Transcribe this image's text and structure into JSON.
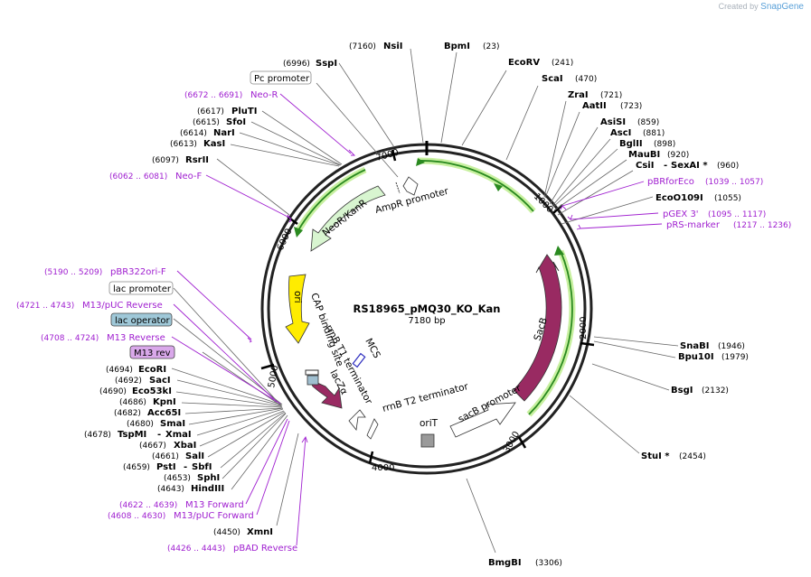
{
  "credit": {
    "prefix": "Created by",
    "brand": "SnapGene"
  },
  "map": {
    "title": "RS18965_pMQ30_KO_Kan",
    "length_label": "7180 bp",
    "total_bp": 7180
  },
  "tick_labels": [
    "1000",
    "2000",
    "3000",
    "4000",
    "5000",
    "6000",
    "7000"
  ],
  "enzymes_right": [
    {
      "name": "BpmI",
      "pos": "(23)"
    },
    {
      "name": "EcoRV",
      "pos": "(241)"
    },
    {
      "name": "ScaI",
      "pos": "(470)"
    },
    {
      "name": "ZraI",
      "pos": "(721)"
    },
    {
      "name": "AatII",
      "pos": "(723)"
    },
    {
      "name": "AsiSI",
      "pos": "(859)"
    },
    {
      "name": "AscI",
      "pos": "(881)"
    },
    {
      "name": "BglII",
      "pos": "(898)"
    },
    {
      "name": "MauBI",
      "pos": "(920)"
    },
    {
      "name": "CsiI",
      "sep": "- ",
      "name2": "SexAI *",
      "pos": "(960)"
    },
    {
      "name": "EcoO109I",
      "pos": "(1055)"
    },
    {
      "name": "SnaBI",
      "pos": "(1946)"
    },
    {
      "name": "Bpu10I",
      "pos": "(1979)"
    },
    {
      "name": "BsgI",
      "pos": "(2132)"
    },
    {
      "name": "StuI *",
      "pos": "(2454)"
    },
    {
      "name": "BmgBI",
      "pos": "(3306)"
    }
  ],
  "enzymes_left": [
    {
      "name": "NsiI",
      "pos": "(7160)"
    },
    {
      "name": "SspI",
      "pos": "(6996)"
    },
    {
      "name": "PluTI",
      "pos": "(6617)"
    },
    {
      "name": "SfoI",
      "pos": "(6615)"
    },
    {
      "name": "NarI",
      "pos": "(6614)"
    },
    {
      "name": "KasI",
      "pos": "(6613)"
    },
    {
      "name": "RsrII",
      "pos": "(6097)"
    },
    {
      "name": "EcoRI",
      "pos": "(4694)"
    },
    {
      "name": "SacI",
      "pos": "(4692)"
    },
    {
      "name": "Eco53kI",
      "pos": "(4690)"
    },
    {
      "name": "KpnI",
      "pos": "(4686)"
    },
    {
      "name": "Acc65I",
      "pos": "(4682)"
    },
    {
      "name": "SmaI",
      "pos": "(4680)"
    },
    {
      "name": "TspMI",
      "sep": "- ",
      "name2": "XmaI",
      "pos": "(4678)"
    },
    {
      "name": "XbaI",
      "pos": "(4667)"
    },
    {
      "name": "SalI",
      "pos": "(4661)"
    },
    {
      "name": "PstI",
      "sep": "- ",
      "name2": "SbfI",
      "pos": "(4659)"
    },
    {
      "name": "SphI",
      "pos": "(4653)"
    },
    {
      "name": "HindIII",
      "pos": "(4643)"
    },
    {
      "name": "XmnI",
      "pos": "(4450)"
    }
  ],
  "primers_right": [
    {
      "name": "pBRforEco",
      "pos": "(1039 .. 1057)"
    },
    {
      "name": "pGEX 3'",
      "pos": "(1095 .. 1117)"
    },
    {
      "name": "pRS-marker",
      "pos": "(1217 .. 1236)"
    }
  ],
  "primers_left": [
    {
      "name": "Neo-R",
      "pos": "(6672 .. 6691)"
    },
    {
      "name": "Neo-F",
      "pos": "(6062 .. 6081)"
    },
    {
      "name": "pBR322ori-F",
      "pos": "(5190 .. 5209)"
    },
    {
      "name": "M13/pUC Reverse",
      "pos": "(4721 .. 4743)"
    },
    {
      "name": "M13 Reverse",
      "pos": "(4708 .. 4724)"
    },
    {
      "name": "M13 Forward",
      "pos": "(4622 .. 4639)"
    },
    {
      "name": "M13/pUC Forward",
      "pos": "(4608 .. 4630)"
    },
    {
      "name": "pBAD Reverse",
      "pos": "(4426 .. 4443)"
    }
  ],
  "boxed_features": [
    {
      "name": "Pc promoter",
      "fill": "#ffffff",
      "stroke": "#888888"
    },
    {
      "name": "lac promoter",
      "fill": "#ffffff",
      "stroke": "#888888"
    },
    {
      "name": "lac operator",
      "fill": "#9fc8d8",
      "stroke": "#444444"
    },
    {
      "name": "M13 rev",
      "fill": "#d9a8ea",
      "stroke": "#444444"
    }
  ],
  "features": [
    {
      "name": "SacB",
      "color": "#992a62"
    },
    {
      "name": "sacB promoter",
      "color": "#ffffff"
    },
    {
      "name": "oriT",
      "color": "#9a9a9a"
    },
    {
      "name": "rrnB T2 terminator",
      "color": "#ffffff"
    },
    {
      "name": "rrnB T1 terminator",
      "color": "#ffffff"
    },
    {
      "name": "lacZα",
      "color": "#992a62"
    },
    {
      "name": "MCS",
      "color": "#ffffff"
    },
    {
      "name": "CAP binding site",
      "color": "#ffffff"
    },
    {
      "name": "ori",
      "color": "#ffec00"
    },
    {
      "name": "NeoR/KanR",
      "color": "#d8f5d0"
    },
    {
      "name": "AmpR promoter",
      "color": "#ffffff"
    }
  ],
  "colors": {
    "ring": "#222222",
    "enzyme_line": "#666666",
    "primer": "#a020d0",
    "primer_binding": "#2a8a20",
    "primer_glow": "#c8f0a0"
  }
}
